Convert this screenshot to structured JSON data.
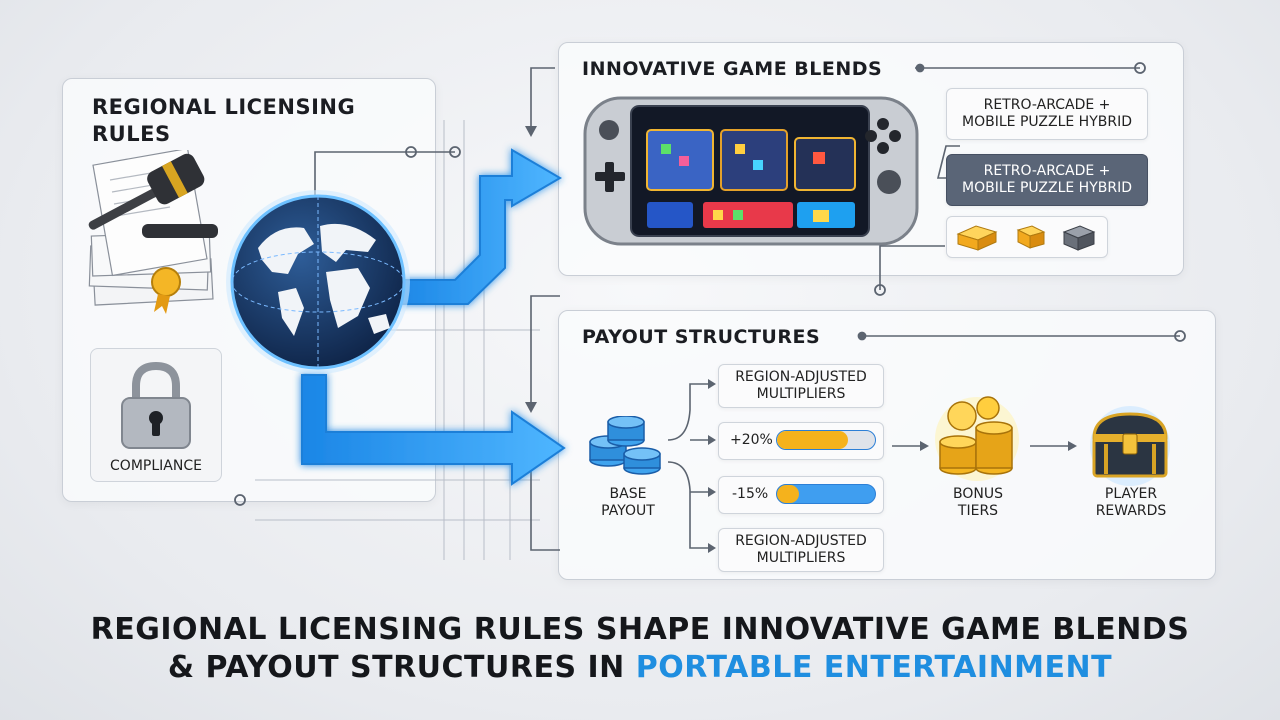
{
  "licensing": {
    "heading_line1": "REGIONAL LICENSING",
    "heading_line2": "RULES",
    "compliance_label": "COMPLIANCE"
  },
  "game_blends": {
    "heading": "INNOVATIVE GAME BLENDS",
    "blend_1": {
      "line1": "RETRO-ARCADE +",
      "line2": "MOBILE PUZZLE HYBRID"
    },
    "blend_2": {
      "line1": "RETRO-ARCADE +",
      "line2": "MOBILE PUZZLE HYBRID"
    }
  },
  "payout": {
    "heading": "PAYOUT STRUCTURES",
    "base": {
      "line1": "BASE",
      "line2": "PAYOUT"
    },
    "multiplier_top": {
      "line1": "REGION-ADJUSTED",
      "line2": "MULTIPLIERS"
    },
    "multiplier_bottom": {
      "line1": "REGION-ADJUSTED",
      "line2": "MULTIPLIERS"
    },
    "adjust_up": {
      "label": "+20%",
      "fill": 0.72,
      "color": "#f5b21c"
    },
    "adjust_down": {
      "label": "-15%",
      "fill": 0.22,
      "color": "#f5b21c"
    },
    "bonus": {
      "line1": "BONUS",
      "line2": "TIERS"
    },
    "rewards": {
      "line1": "PLAYER",
      "line2": "REWARDS"
    }
  },
  "footer": {
    "line1": "REGIONAL LICENSING RULES SHAPE INNOVATIVE GAME BLENDS",
    "line2_prefix": "& PAYOUT STRUCTURES IN ",
    "line2_accent": "PORTABLE ENTERTAINMENT"
  },
  "colors": {
    "flow_arrow": "#2f9cf0",
    "accent_text": "#1f8ee0",
    "gold": "#f5b21c",
    "connector": "#5c6470"
  },
  "icons": [
    "gavel-icon",
    "documents-icon",
    "globe-icon",
    "padlock-icon",
    "handheld-console-icon",
    "game-cube-icon",
    "coin-stack-icon",
    "gold-coins-icon",
    "treasure-chest-icon"
  ]
}
